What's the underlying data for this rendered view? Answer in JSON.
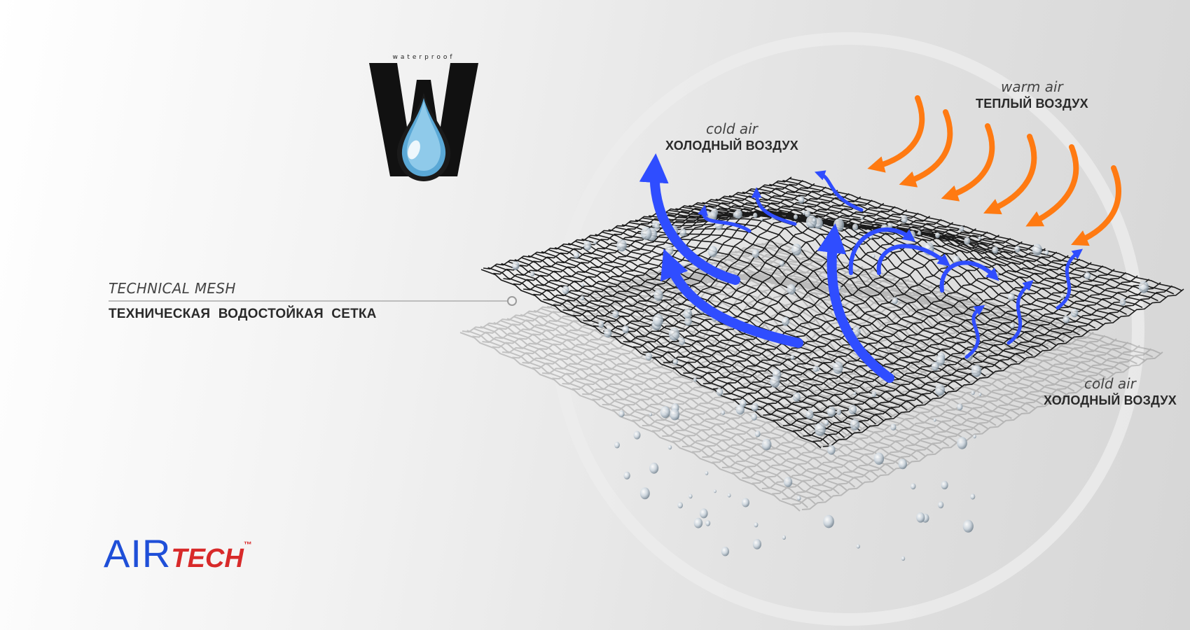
{
  "logo": {
    "brand_top": "waterproof"
  },
  "labels": {
    "mesh_en": "TECHNICAL MESH",
    "mesh_ru": "ТЕХНИЧЕСКАЯ ВОДОСТОЙКАЯ СЕТКА",
    "cold_top_en": "cold air",
    "cold_top_ru": "ХОЛОДНЫЙ ВОЗДУХ",
    "warm_en": "warm air",
    "warm_ru": "ТЕПЛЫЙ ВОЗДУХ",
    "cold_right_en": "cold air",
    "cold_right_ru": "ХОЛОДНЫЙ ВОЗДУХ"
  },
  "brand": {
    "air": "AIR",
    "tech": "TECH",
    "tm": "™"
  },
  "colors": {
    "cold_arrow": "#2f4dff",
    "warm_arrow": "#ff7a12",
    "mesh": "#1b1b1b",
    "brand_blue": "#1f4fd8",
    "brand_red": "#d82a2a"
  },
  "icons": [
    "water-drop-icon",
    "w-logo-icon",
    "arrow-icon"
  ]
}
